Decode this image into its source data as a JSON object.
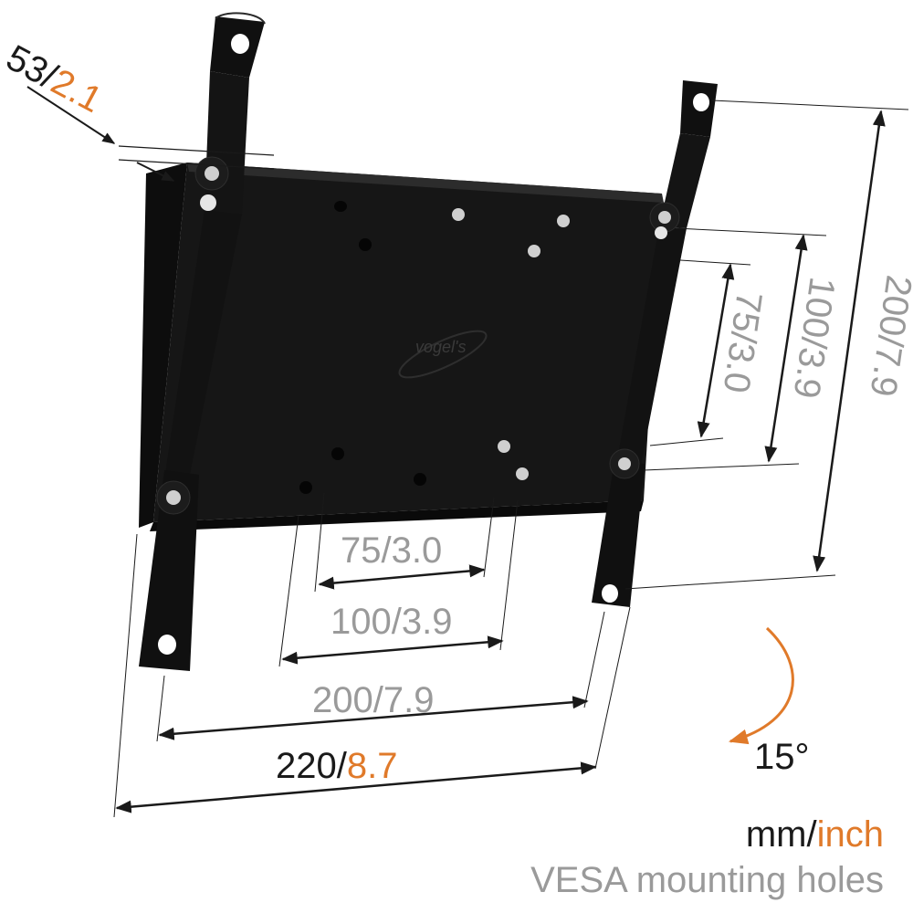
{
  "dimensions": {
    "depth": {
      "mm": "53",
      "sep": "/",
      "inch": "2.1"
    },
    "h75": {
      "mm": "75",
      "sep": "/",
      "inch": "3.0"
    },
    "h100": {
      "mm": "100",
      "sep": "/",
      "inch": "3.9"
    },
    "h200": {
      "mm": "200",
      "sep": "/",
      "inch": "7.9"
    },
    "h220": {
      "mm": "220",
      "sep": "/",
      "inch": "8.7"
    },
    "v75": {
      "mm": "75",
      "sep": "/",
      "inch": "3.0"
    },
    "v100": {
      "mm": "100",
      "sep": "/",
      "inch": "3.9"
    },
    "v200": {
      "mm": "200",
      "sep": "/",
      "inch": "7.9"
    }
  },
  "tilt": {
    "label": "15°"
  },
  "brand": {
    "logo_text": "vogel's"
  },
  "legend": {
    "unit_mm": "mm",
    "unit_sep": "/",
    "unit_inch": "inch",
    "description": "VESA mounting holes"
  },
  "colors": {
    "accent": "#e07a2a",
    "dimension_gray": "#9a9a9a",
    "text_dark": "#1a1a1a",
    "bracket": "#111111"
  }
}
